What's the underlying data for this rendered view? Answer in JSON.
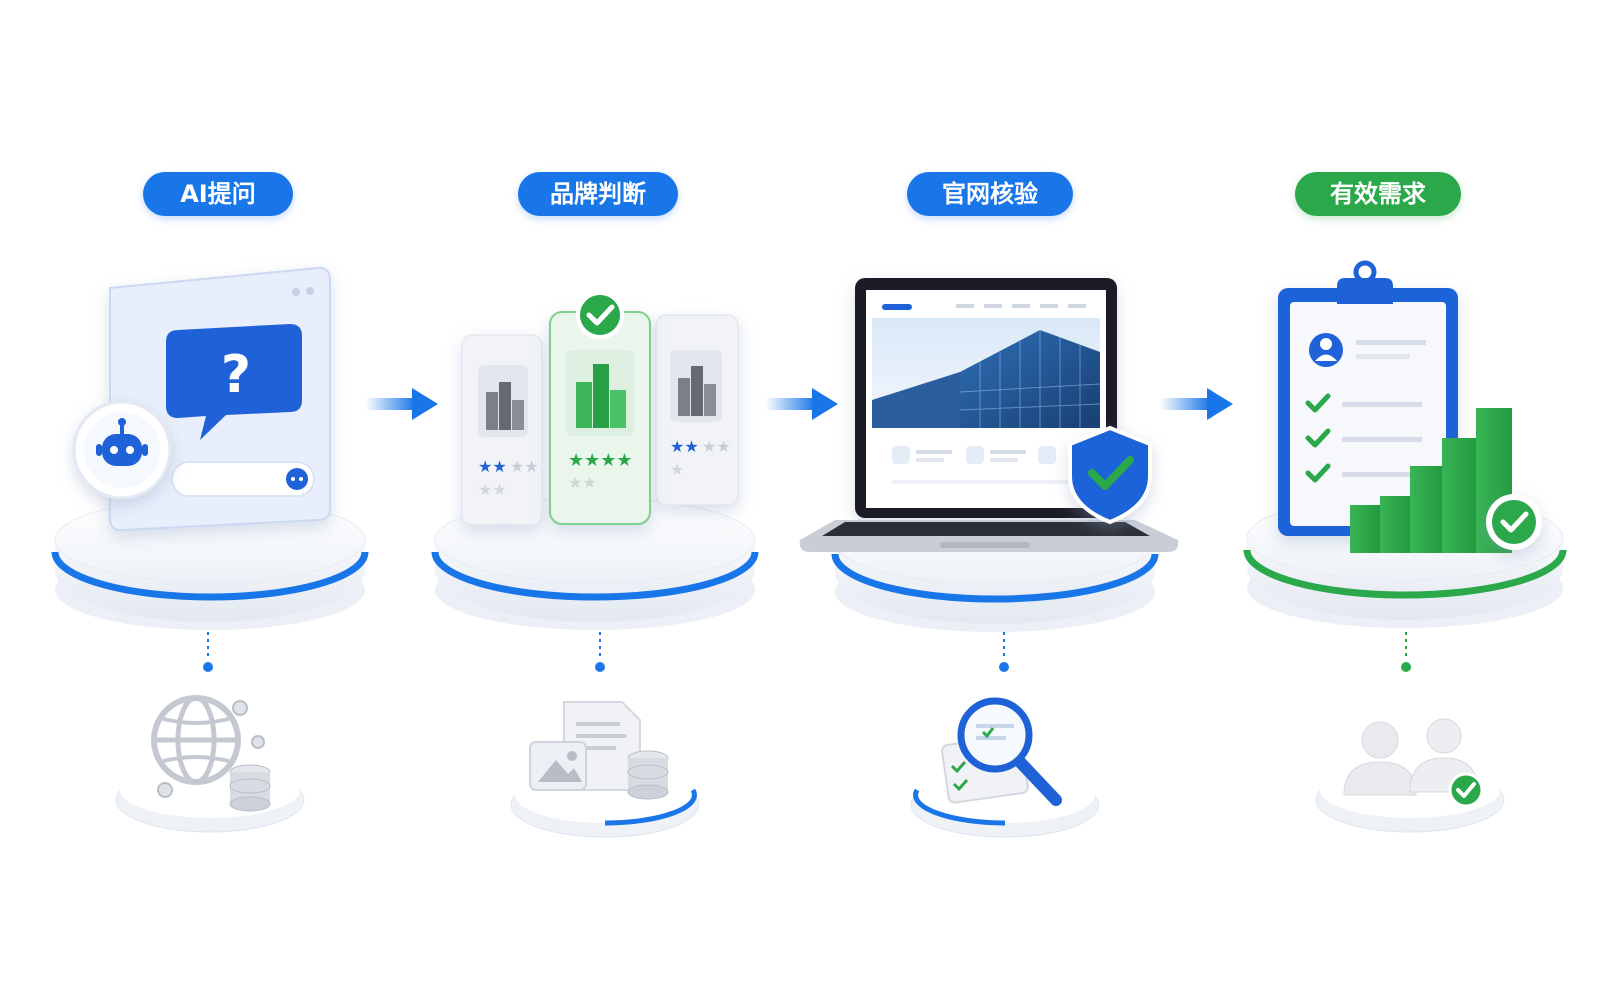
{
  "steps": [
    {
      "label": "AI提问",
      "accent": "#1976e8",
      "main_icon": "chat-question-icon",
      "sub_icon": "globe-database-icon"
    },
    {
      "label": "品牌判断",
      "accent": "#1976e8",
      "main_icon": "brand-compare-cards-icon",
      "sub_icon": "document-image-database-icon"
    },
    {
      "label": "官网核验",
      "accent": "#1976e8",
      "main_icon": "laptop-shield-icon",
      "sub_icon": "magnifier-checklist-icon"
    },
    {
      "label": "有效需求",
      "accent": "#2aa84a",
      "main_icon": "clipboard-chart-icon",
      "sub_icon": "users-check-icon"
    }
  ],
  "colors": {
    "blue": "#1976e8",
    "green": "#2aa84a",
    "platform": "#f3f6fb"
  }
}
